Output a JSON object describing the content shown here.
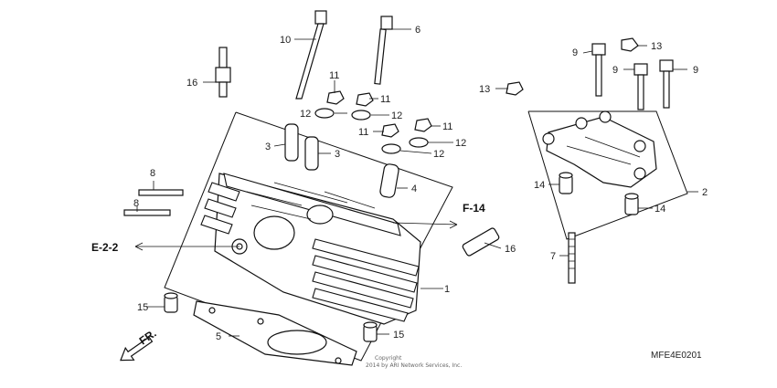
{
  "callouts": {
    "c1": "1",
    "c2": "2",
    "c3a": "3",
    "c3b": "3",
    "c4": "4",
    "c5": "5",
    "c6": "6",
    "c7": "7",
    "c8a": "8",
    "c8b": "8",
    "c9a": "9",
    "c9b": "9",
    "c9c": "9",
    "c10": "10",
    "c11a": "11",
    "c11b": "11",
    "c11c": "11",
    "c11d": "11",
    "c12a": "12",
    "c12b": "12",
    "c12c": "12",
    "c12d": "12",
    "c13a": "13",
    "c13b": "13",
    "c14a": "14",
    "c14b": "14",
    "c15a": "15",
    "c15b": "15",
    "c16a": "16",
    "c16b": "16"
  },
  "references": {
    "f14": "F-14",
    "e22": "E-2-2"
  },
  "front_marker": "FR.",
  "copyright": {
    "line1": "Copyright",
    "line2": "2014 by ARI Network Services, Inc."
  },
  "diagram_code": "MFE4E0201",
  "icons": [
    "front-arrow-icon"
  ]
}
